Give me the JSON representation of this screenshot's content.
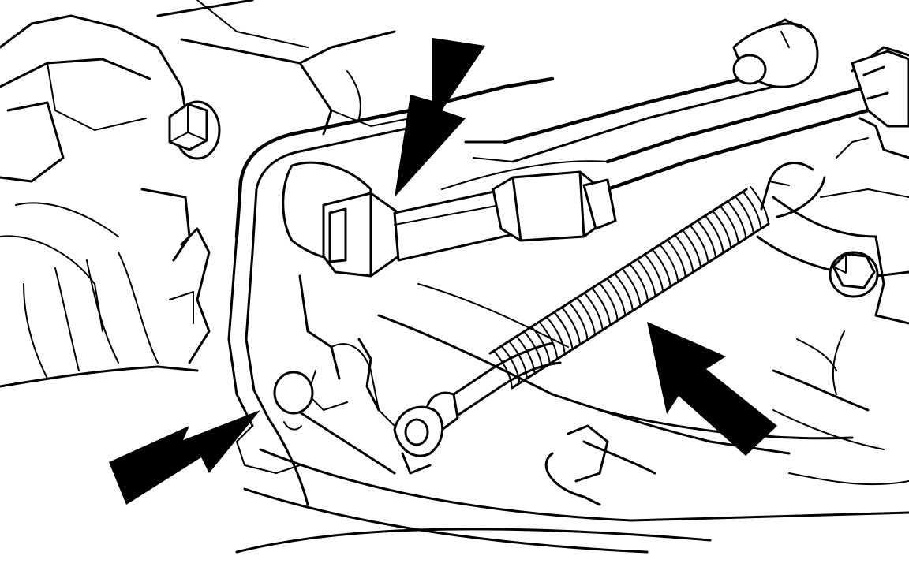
{
  "diagram": {
    "ink_color": "#000000",
    "background_color": "#ffffff",
    "arrows": [
      {
        "name": "arrow-pointing-to-cable-end-fitting",
        "direction": "down-left"
      },
      {
        "name": "arrow-pointing-to-return-spring",
        "direction": "up-left"
      },
      {
        "name": "arrow-pointing-to-spring-anchor-pin",
        "direction": "up-right"
      }
    ],
    "components": [
      "engine-housing",
      "mounting-bolt-icon",
      "throttle-cable",
      "cable-end-fitting",
      "cable-adjuster-clip",
      "return-spring",
      "spring-anchor-pin",
      "right-bolt-icon",
      "cable-boot"
    ]
  }
}
